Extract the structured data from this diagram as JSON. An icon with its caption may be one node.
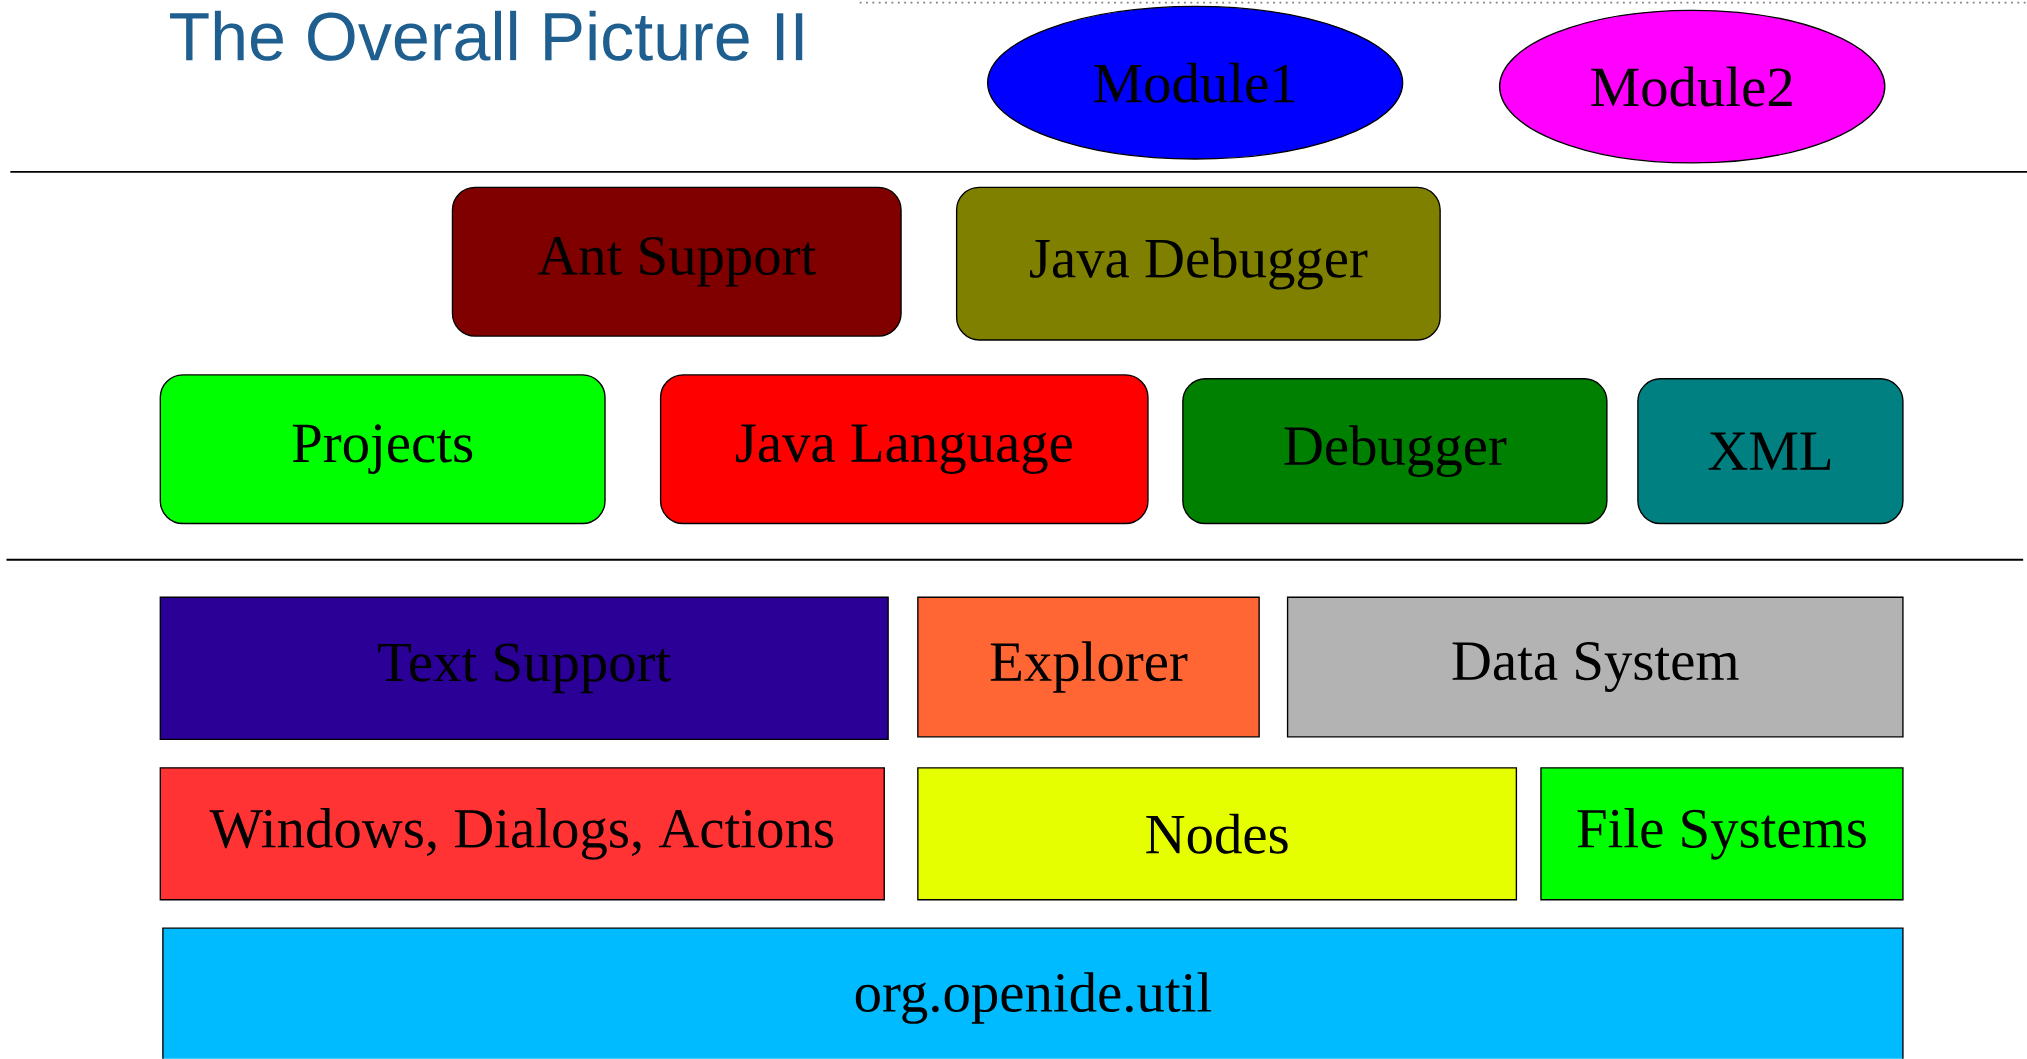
{
  "diagram": {
    "title": "The Overall Picture II",
    "nodes": [
      {
        "text": [
          "Module1"
        ]
      },
      {
        "text": [
          "Module2"
        ]
      },
      {
        "text": [
          "Ant Support"
        ]
      },
      {
        "text": [
          "Java Debugger"
        ]
      },
      {
        "text": [
          "Projects"
        ]
      },
      {
        "text": [
          "Java Language"
        ]
      },
      {
        "text": [
          "Debugger"
        ]
      },
      {
        "text": [
          "XML"
        ]
      },
      {
        "text": [
          "Text Support"
        ]
      },
      {
        "text": [
          "Explorer"
        ]
      },
      {
        "text": [
          "Data System"
        ]
      },
      {
        "text": [
          "Windows, Dialogs, Actions"
        ]
      },
      {
        "text": [
          "Nodes"
        ]
      },
      {
        "text": [
          "File Systems"
        ]
      },
      {
        "text": [
          "org.openide.util"
        ]
      }
    ],
    "edges": []
  }
}
